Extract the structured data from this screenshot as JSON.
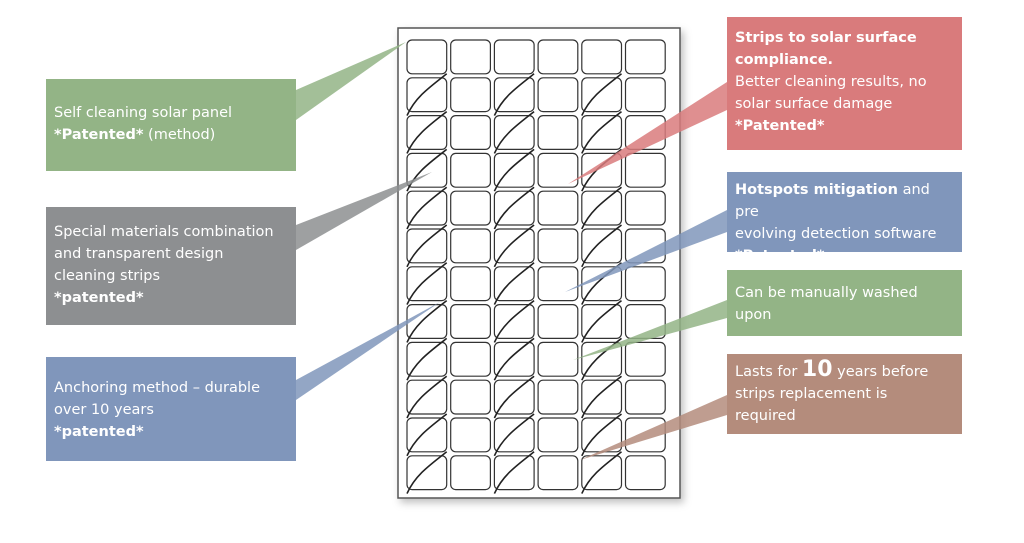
{
  "colors": {
    "green": "#93b486",
    "gray": "#8d8f91",
    "blue": "#8096bb",
    "red": "#d97b7c",
    "brown": "#b48c7c",
    "panel_border": "#444444",
    "grid": "#333333"
  },
  "panel": {
    "columns": 6,
    "rows": 12
  },
  "callouts": {
    "self_cleaning": {
      "line1": "Self cleaning solar panel",
      "patented": "*Patented*",
      "suffix": "(method)"
    },
    "materials": {
      "line1": "Special materials combination",
      "line2": "and transparent design",
      "line3": "cleaning strips",
      "patented": "*patented*"
    },
    "anchoring": {
      "line1": "Anchoring method – durable",
      "line2": "over 10 years",
      "patented": "*patented*"
    },
    "strips_compliance": {
      "title1": "Strips to solar surface",
      "title2": "compliance.",
      "line1": "Better cleaning results, no",
      "line2": "solar surface damage",
      "patented": "*Patented*"
    },
    "hotspots": {
      "bold": "Hotspots mitigation",
      "rest": "and pre",
      "line2": "evolving detection software",
      "patented": "*Patented*"
    },
    "manual_wash": {
      "line1": "Can be manually washed",
      "line2": "upon"
    },
    "lasts": {
      "pre": "Lasts for",
      "number": "10",
      "post": "years before",
      "line2": "strips replacement is",
      "line3": "required"
    }
  }
}
